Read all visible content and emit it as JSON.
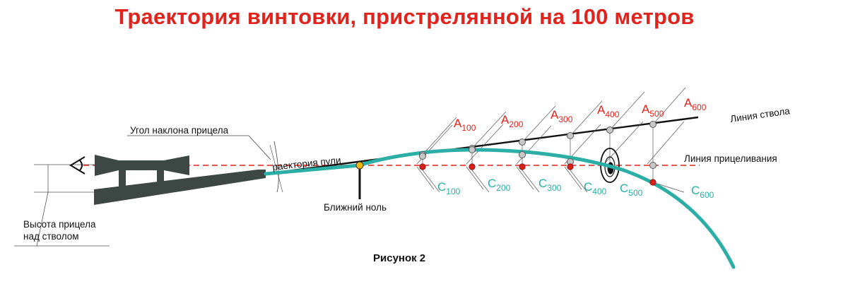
{
  "title": "Траектория винтовки, пристрелянной  на 100 метров",
  "labels": {
    "scope_angle": "Угол наклона прицела",
    "bullet_trajectory": "раектория пули",
    "near_zero": "Ближний ноль",
    "barrel_line": "Линия ствола",
    "aim_line": "Линия прицеливания",
    "scope_height_line1": "Высота прицела",
    "scope_height_line2": "над стволом",
    "figure": "Рисунок 2"
  },
  "a_labels": [
    {
      "letter": "A",
      "sub": "100"
    },
    {
      "letter": "A",
      "sub": "200"
    },
    {
      "letter": "A",
      "sub": "300"
    },
    {
      "letter": "A",
      "sub": "400"
    },
    {
      "letter": "A",
      "sub": "500"
    },
    {
      "letter": "A",
      "sub": "600"
    }
  ],
  "c_labels": [
    {
      "letter": "C",
      "sub": "100"
    },
    {
      "letter": "C",
      "sub": "200"
    },
    {
      "letter": "C",
      "sub": "300"
    },
    {
      "letter": "C",
      "sub": "400"
    },
    {
      "letter": "C",
      "sub": "500"
    },
    {
      "letter": "C",
      "sub": "600"
    }
  ],
  "colors": {
    "title": "#e0231c",
    "trajectory": "#2aaea6",
    "aim_line": "#e0231c",
    "barrel_line": "#111111",
    "rifle": "#3d4743",
    "near_zero_dot": "#f2b705",
    "hit_dot": "#d8201a",
    "barrel_dot": "#c8c8c8"
  }
}
